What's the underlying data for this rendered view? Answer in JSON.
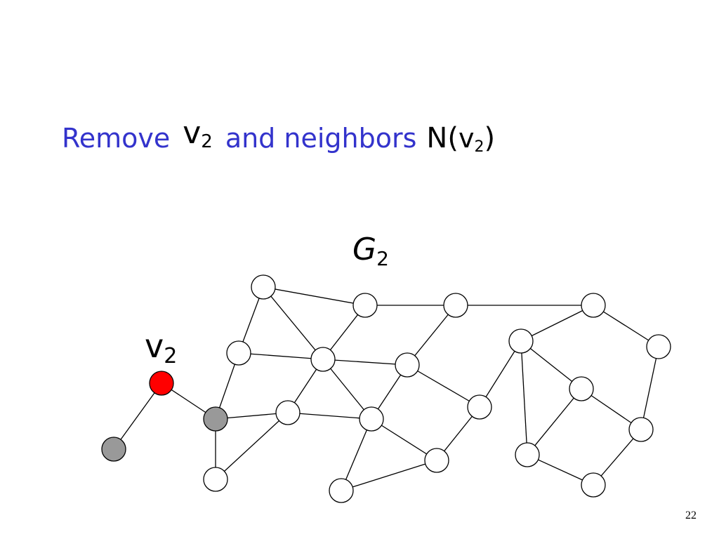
{
  "title": {
    "text_remove": "Remove",
    "v": "v",
    "sub": "2",
    "text_neighbors": "and neighbors",
    "n": "N",
    "open_paren": "(",
    "close_paren": ")"
  },
  "graph_label": {
    "name": "G",
    "sub": "2"
  },
  "vertex_label": {
    "name": "v",
    "sub": "2"
  },
  "page_number": "22",
  "colors": {
    "title_text": "#3333cc",
    "selected_vertex": "#ff0000",
    "neighbor_vertex": "#999999",
    "other_vertex": "#ffffff",
    "edge": "#000000"
  }
}
